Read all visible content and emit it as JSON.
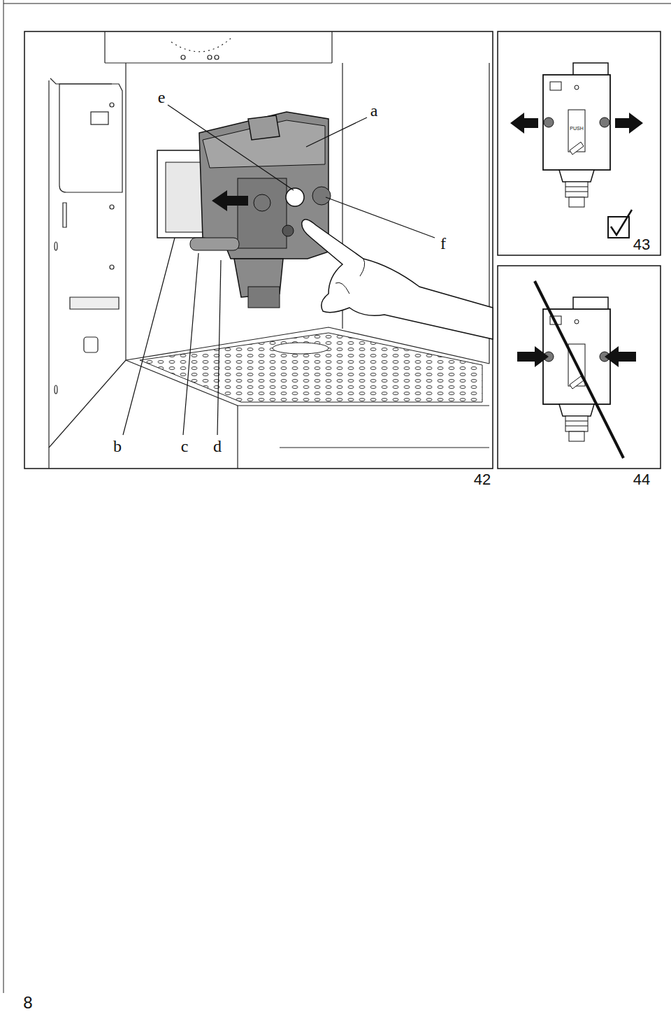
{
  "diagram": {
    "labels": [
      "e",
      "a",
      "f",
      "b",
      "c",
      "d",
      "42",
      "43",
      "PUSH",
      "44",
      "8"
    ]
  }
}
